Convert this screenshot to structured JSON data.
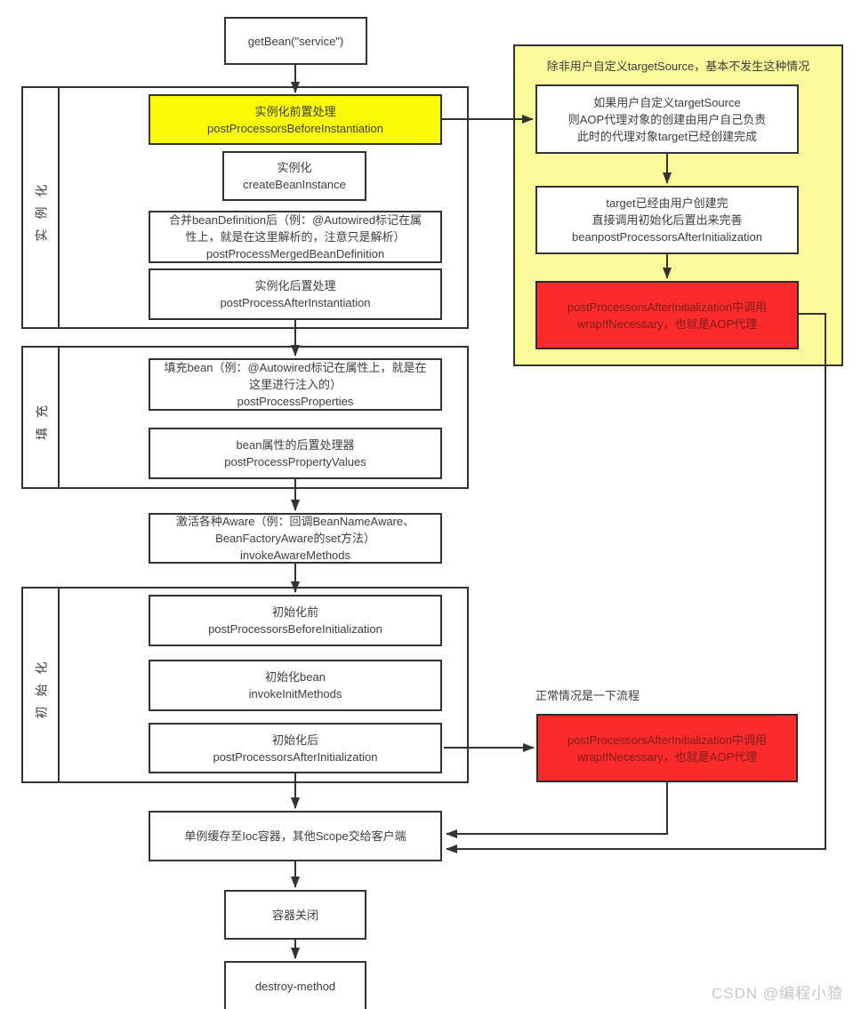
{
  "colors": {
    "border": "#333333",
    "text": "#3d3d3d",
    "highlight_yellow": "#fbfb06",
    "panel_yellow": "#fafa9b",
    "red": "#fb2b2b",
    "red_text": "#7c1d1d",
    "watermark": "#c7c7c7"
  },
  "flow": {
    "getbean": {
      "lines": [
        "getBean(\"service\")"
      ]
    },
    "group_instantiation": {
      "label": "实例化"
    },
    "pre_instantiation": {
      "lines": [
        "实例化前置处理",
        "postProcessorsBeforeInstantiation"
      ]
    },
    "create_bean_instance": {
      "lines": [
        "实例化",
        "createBeanInstance"
      ]
    },
    "merged_bean_definition": {
      "lines": [
        "合并beanDefinition后（例：@Autowired标记在属",
        "性上，就是在这里解析的，注意只是解析）",
        "postProcessMergedBeanDefinition"
      ]
    },
    "post_instantiation": {
      "lines": [
        "实例化后置处理",
        "postProcessAfterInstantiation"
      ]
    },
    "group_populate": {
      "label": "填充"
    },
    "populate_bean": {
      "lines": [
        "填充bean（例：@Autowired标记在属性上，就是在",
        "这里进行注入的）",
        "postProcessProperties"
      ]
    },
    "bean_property_processor": {
      "lines": [
        "bean属性的后置处理器",
        "postProcessPropertyValues"
      ]
    },
    "invoke_aware": {
      "lines": [
        "激活各种Aware（例：回调BeanNameAware、",
        "BeanFactoryAware的set方法）",
        "invokeAwareMethods"
      ]
    },
    "group_initialization": {
      "label": "初始化"
    },
    "before_initialization": {
      "lines": [
        "初始化前",
        "postProcessorsBeforeInitialization"
      ]
    },
    "init_bean": {
      "lines": [
        "初始化bean",
        "invokeInitMethods"
      ]
    },
    "after_initialization": {
      "lines": [
        "初始化后",
        "postProcessorsAfterInitialization"
      ]
    },
    "singleton_cache": {
      "lines": [
        "单例缓存至Ioc容器，其他Scope交给客户端"
      ]
    },
    "container_close": {
      "lines": [
        "容器关闭"
      ]
    },
    "destroy_method": {
      "lines": [
        "destroy-method"
      ]
    }
  },
  "aop_panel": {
    "title": "除非用户自定义targetSource，基本不发生这种情况",
    "custom_target_source": {
      "lines": [
        "如果用户自定义targetSource",
        "则AOP代理对象的创建由用户自己负责",
        "此时的代理对象target已经创建完成"
      ]
    },
    "target_created": {
      "lines": [
        "target已经由用户创建完",
        "直接调用初始化后置出来完善",
        "beanpostProcessorsAfterInitialization"
      ]
    },
    "aop_proxy": {
      "lines": [
        "postProcessorsAfterInitialization中调用",
        "wrapIfNecessary，也就是AOP代理"
      ]
    }
  },
  "normal_case": {
    "label": "正常情况是一下流程",
    "aop_proxy": {
      "lines": [
        "postProcessorsAfterInitialization中调用",
        "wrapIfNecessary，也就是AOP代理"
      ]
    }
  },
  "watermark": "CSDN @编程小猹"
}
